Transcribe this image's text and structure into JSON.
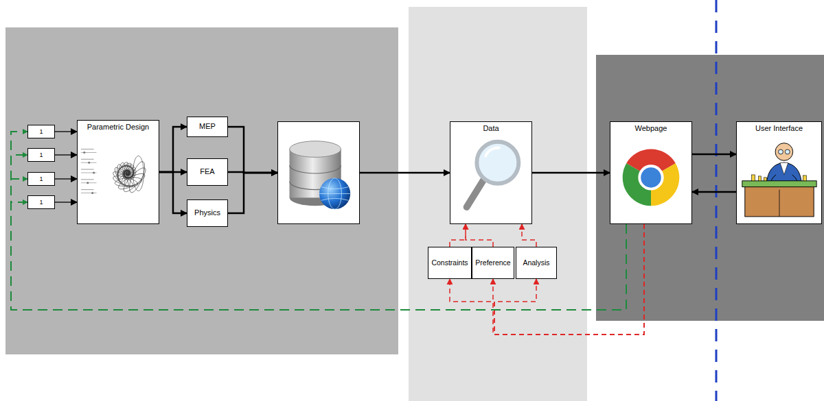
{
  "diagram": {
    "nodes": [
      {
        "text": [
          "1"
        ]
      },
      {
        "text": [
          "1"
        ]
      },
      {
        "text": [
          "1"
        ]
      },
      {
        "text": [
          "1"
        ]
      },
      {
        "text": [
          "Parametric Design"
        ]
      },
      {
        "text": [
          "MEP"
        ]
      },
      {
        "text": [
          "FEA"
        ]
      },
      {
        "text": [
          "Physics"
        ]
      },
      {
        "text": []
      },
      {
        "text": [
          "Data"
        ]
      },
      {
        "text": [
          "Constraints"
        ]
      },
      {
        "text": [
          "Preference"
        ]
      },
      {
        "text": [
          "Analysis"
        ]
      },
      {
        "text": [
          "Webpage"
        ]
      },
      {
        "text": [
          "User Interface"
        ]
      }
    ],
    "edges": [
      {
        "from": 0,
        "to": 4,
        "arrow": "to"
      },
      {
        "from": 1,
        "to": 4,
        "arrow": "to"
      },
      {
        "from": 2,
        "to": 4,
        "arrow": "to"
      },
      {
        "from": 3,
        "to": 4,
        "arrow": "to"
      },
      {
        "from": 4,
        "to": 5,
        "arrow": "to"
      },
      {
        "from": 4,
        "to": 6,
        "arrow": "to"
      },
      {
        "from": 4,
        "to": 7,
        "arrow": "to"
      },
      {
        "from": 5,
        "to": 8,
        "arrow": "to"
      },
      {
        "from": 6,
        "to": 8,
        "arrow": "to"
      },
      {
        "from": 7,
        "to": 8,
        "arrow": "to"
      },
      {
        "from": 8,
        "to": 9,
        "arrow": "to"
      },
      {
        "from": 9,
        "to": 13,
        "arrow": "to"
      },
      {
        "from": 13,
        "to": 14,
        "arrow": "to"
      },
      {
        "from": 14,
        "to": 13,
        "arrow": "to"
      },
      {
        "from": 10,
        "to": 9,
        "arrow": "to"
      },
      {
        "from": 11,
        "to": 9,
        "arrow": "to"
      },
      {
        "from": 12,
        "to": 9,
        "arrow": "to"
      },
      {
        "from": 13,
        "to": 10,
        "arrow": "to"
      },
      {
        "from": 13,
        "to": 11,
        "arrow": "to"
      },
      {
        "from": 13,
        "to": 12,
        "arrow": "to"
      },
      {
        "from": 13,
        "to": 0,
        "arrow": "to"
      },
      {
        "from": 13,
        "to": 1,
        "arrow": "to"
      },
      {
        "from": 13,
        "to": 2,
        "arrow": "to"
      },
      {
        "from": 13,
        "to": 3,
        "arrow": "to"
      }
    ]
  }
}
